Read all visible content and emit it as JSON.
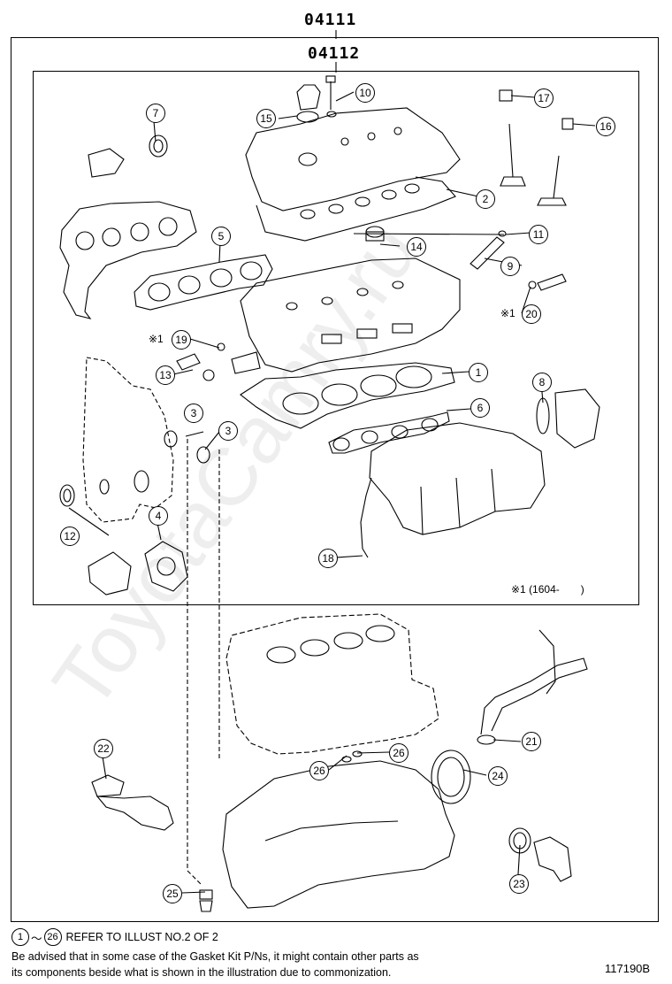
{
  "kits": {
    "outer": "04111",
    "inner": "04112"
  },
  "callouts": [
    "1",
    "2",
    "3",
    "3",
    "4",
    "5",
    "6",
    "7",
    "8",
    "9",
    "10",
    "11",
    "12",
    "13",
    "14",
    "15",
    "16",
    "17",
    "18",
    "19",
    "20",
    "21",
    "22",
    "23",
    "24",
    "25",
    "26",
    "26"
  ],
  "marks": {
    "m19": "※1",
    "m20": "※1"
  },
  "note_date": "※1 (1604-　　)",
  "footer": {
    "ref_from": "1",
    "ref_sep": "～",
    "ref_to": "26",
    "ref_text": "REFER TO ILLUST NO.2 OF 2",
    "note_line1": "Be advised that in some case of the Gasket Kit P/Ns,  it might contain other parts as",
    "note_line2": "its components beside what is shown in the illustration due to commonization."
  },
  "figure_id": "117190B",
  "watermark": "ToyotaCamry.ru"
}
